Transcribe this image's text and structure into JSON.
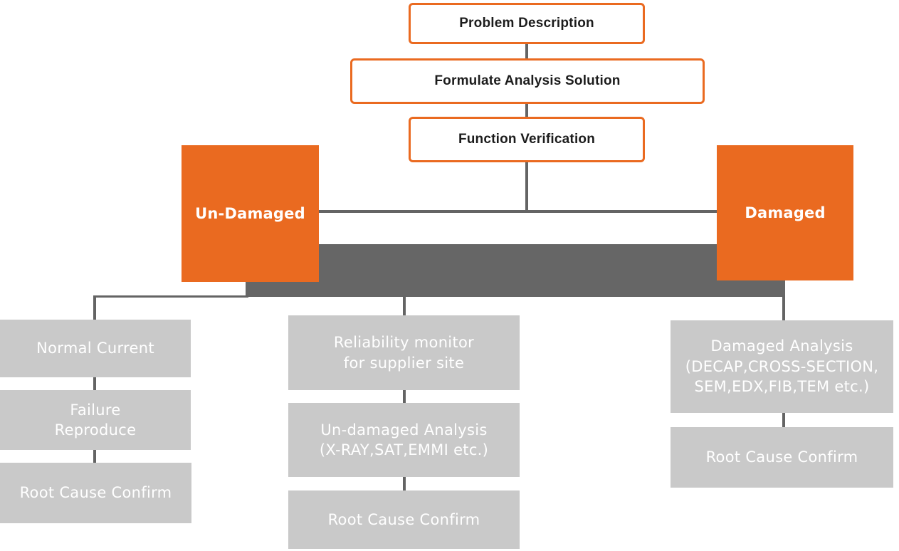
{
  "colors": {
    "accent_orange": "#ea6a20",
    "dark_gray_bar": "#666666",
    "connector_gray": "#646464",
    "light_gray_box": "#c9c9c9",
    "box_text_dark": "#1c1c1c",
    "box_text_light": "#ffffff"
  },
  "flowchart": {
    "steps": [
      {
        "id": "problem-description",
        "label": "Problem Description"
      },
      {
        "id": "formulate-analysis-solution",
        "label": "Formulate Analysis Solution"
      },
      {
        "id": "function-verification",
        "label": "Function Verification"
      }
    ],
    "branches": {
      "left": {
        "label": "Un-Damaged"
      },
      "right": {
        "label": "Damaged"
      }
    },
    "columns": [
      {
        "id": "un-damaged-electrical",
        "boxes": [
          {
            "label": "Normal Current"
          },
          {
            "label": "Failure\nReproduce"
          },
          {
            "label": "Root Cause Confirm"
          }
        ]
      },
      {
        "id": "un-damaged-physical",
        "boxes": [
          {
            "label": "Reliability monitor\nfor supplier site"
          },
          {
            "label": "Un-damaged Analysis\n(X-RAY,SAT,EMMI etc.)"
          },
          {
            "label": "Root Cause Confirm"
          }
        ]
      },
      {
        "id": "damaged-path",
        "boxes": [
          {
            "label": "Damaged Analysis\n(DECAP,CROSS-SECTION,\nSEM,EDX,FIB,TEM etc.)"
          },
          {
            "label": "Root Cause Confirm"
          }
        ]
      }
    ]
  }
}
